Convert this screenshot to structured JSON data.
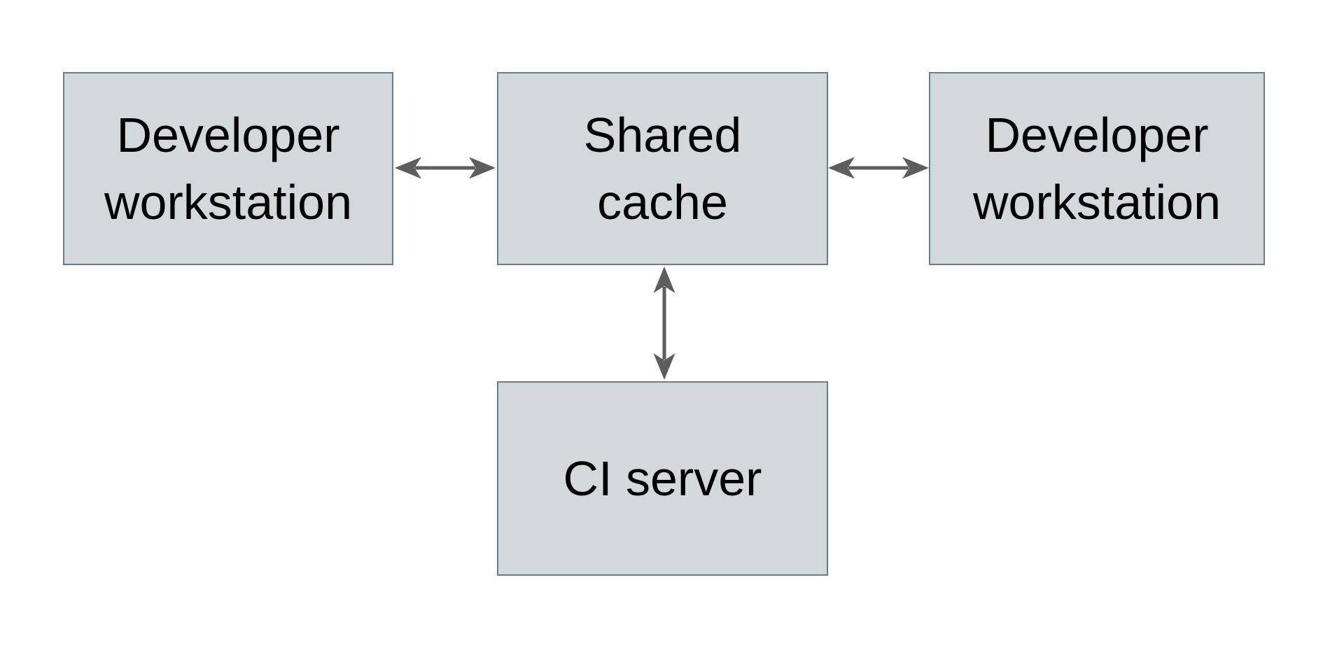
{
  "diagram": {
    "colors": {
      "background": "#ffffff",
      "node_fill": "#d3d9db",
      "node_border": "#627f8d",
      "arrow": "#5d5d5d",
      "text": "#000000"
    },
    "nodes": {
      "dev_left": {
        "lines": [
          "Developer",
          "workstation"
        ]
      },
      "shared_cache": {
        "lines": [
          "Shared",
          "cache"
        ]
      },
      "dev_right": {
        "lines": [
          "Developer",
          "workstation"
        ]
      },
      "ci_server": {
        "lines": [
          "CI server"
        ]
      }
    },
    "edges": [
      {
        "from": "dev_left",
        "to": "shared_cache",
        "direction": "bidirectional"
      },
      {
        "from": "shared_cache",
        "to": "dev_right",
        "direction": "bidirectional"
      },
      {
        "from": "shared_cache",
        "to": "ci_server",
        "direction": "bidirectional"
      }
    ]
  }
}
